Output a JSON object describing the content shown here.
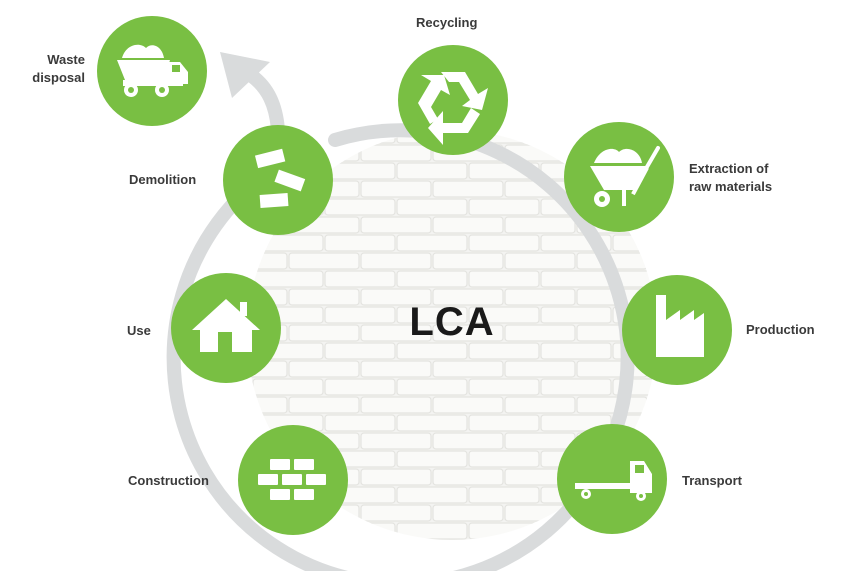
{
  "center_label": "LCA",
  "stages": [
    {
      "id": "recycling",
      "label": "Recycling",
      "icon": "recycle-icon"
    },
    {
      "id": "extraction",
      "label": "Extraction of\nraw materials",
      "icon": "wheelbarrow-icon"
    },
    {
      "id": "production",
      "label": "Production",
      "icon": "factory-icon"
    },
    {
      "id": "transport",
      "label": "Transport",
      "icon": "truck-icon"
    },
    {
      "id": "construction",
      "label": "Construction",
      "icon": "bricks-icon"
    },
    {
      "id": "use",
      "label": "Use",
      "icon": "house-icon"
    },
    {
      "id": "demolition",
      "label": "Demolition",
      "icon": "broken-bricks-icon"
    },
    {
      "id": "waste",
      "label": "Waste\ndisposal",
      "icon": "dump-truck-icon"
    }
  ],
  "colors": {
    "node": "#79bf43",
    "ring": "#d8dadb",
    "wall": "#f2f2f0",
    "mortar": "#e2e2df",
    "icon": "#ffffff",
    "text": "#3a3a3a"
  }
}
